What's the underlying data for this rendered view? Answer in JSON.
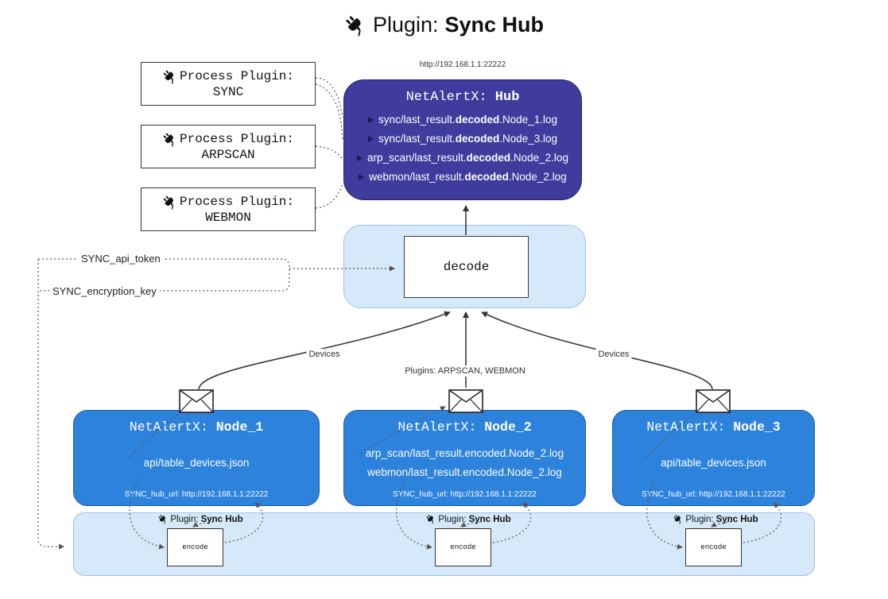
{
  "title": {
    "label": "Plugin: ",
    "name": "Sync Hub"
  },
  "process_plugins": [
    {
      "label": "Process Plugin:",
      "name": "SYNC"
    },
    {
      "label": "Process Plugin:",
      "name": "ARPSCAN"
    },
    {
      "label": "Process Plugin:",
      "name": "WEBMON"
    }
  ],
  "hub": {
    "url": "http://192.168.1.1:22222",
    "title_label": "NetAlertX: ",
    "title_name": "Hub",
    "logs": [
      {
        "pre": "sync/last_result.",
        "bold": "decoded",
        "post": ".Node_1.log"
      },
      {
        "pre": "sync/last_result.",
        "bold": "decoded",
        "post": ".Node_3.log"
      },
      {
        "pre": "arp_scan/last_result.",
        "bold": "decoded",
        "post": ".Node_2.log"
      },
      {
        "pre": "webmon/last_result.",
        "bold": "decoded",
        "post": ".Node_2.log"
      }
    ]
  },
  "decode_label": "decode",
  "config": {
    "api_token": "SYNC_api_token",
    "encryption_key": "SYNC_encryption_key"
  },
  "edges": {
    "left": "Devices",
    "center": "Plugins: ARPSCAN, WEBMON",
    "right": "Devices"
  },
  "nodes": [
    {
      "title_label": "NetAlertX: ",
      "title_name": "Node_1",
      "lines": [
        "api/table_devices.json"
      ],
      "footer": "SYNC_hub_url: http://192.168.1.1:22222"
    },
    {
      "title_label": "NetAlertX: ",
      "title_name": "Node_2",
      "lines": [
        "arp_scan/last_result.encoded.Node_2.log",
        "webmon/last_result.encoded.Node_2.log"
      ],
      "footer": "SYNC_hub_url: http://192.168.1.1:22222"
    },
    {
      "title_label": "NetAlertX: ",
      "title_name": "Node_3",
      "lines": [
        "api/table_devices.json"
      ],
      "footer": "SYNC_hub_url: http://192.168.1.1:22222"
    }
  ],
  "encode_section": {
    "plugin_label": "Plugin: ",
    "plugin_name": "Sync Hub",
    "encode_label": "encode"
  },
  "icons": {
    "plug_icon": "plug",
    "envelope_icon": "envelope",
    "log_marker_icon": "triangle-right"
  },
  "colors": {
    "hub_fill": "#3f3c9d",
    "node_fill": "#2d82dc",
    "panel_fill": "#d6e9fa"
  }
}
